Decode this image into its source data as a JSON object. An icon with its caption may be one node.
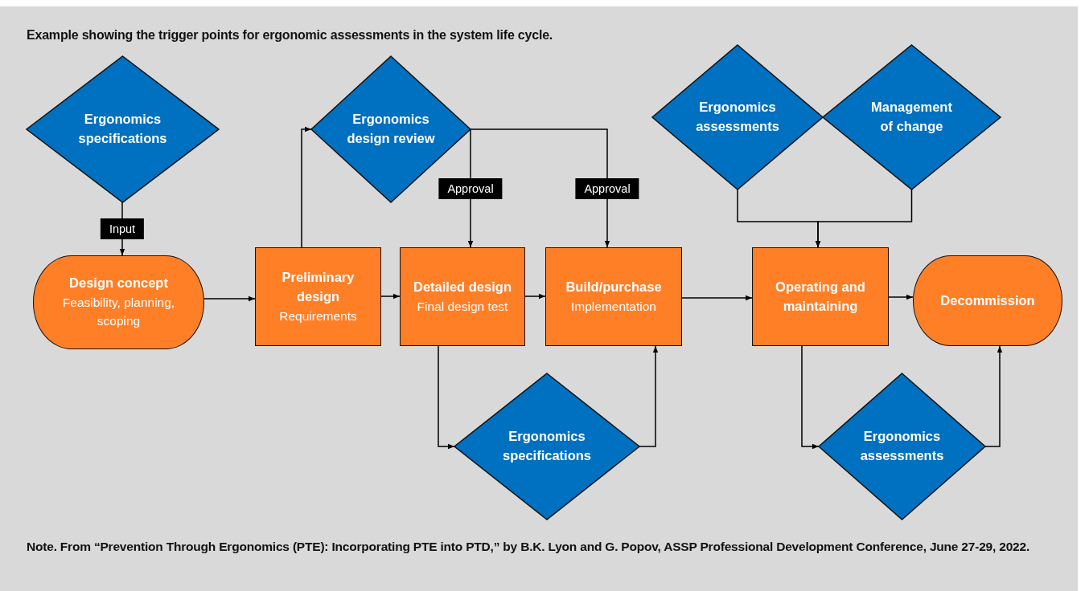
{
  "diagram": {
    "title": "Example showing the trigger points for ergonomic assessments in the system life cycle.",
    "caption": "Note. From “Prevention Through Ergonomics (PTE): Incorporating PTE into PTD,” by B.K. Lyon and G. Popov, ASSP Professional Development Conference, June 27-29, 2022.",
    "nodes": [
      {
        "text": [
          "Ergonomics specifications"
        ]
      },
      {
        "text": [
          "Design concept",
          "Feasibility, planning, scoping"
        ]
      },
      {
        "text": [
          "Preliminary design",
          "Requirements"
        ]
      },
      {
        "text": [
          "Ergonomics design review"
        ]
      },
      {
        "text": [
          "Detailed design",
          "Final design test"
        ]
      },
      {
        "text": [
          "Build/purchase",
          "Implementation"
        ]
      },
      {
        "text": [
          "Ergonomics assessments"
        ]
      },
      {
        "text": [
          "Management of change"
        ]
      },
      {
        "text": [
          "Operating and maintaining"
        ]
      },
      {
        "text": [
          "Decommission"
        ]
      },
      {
        "text": [
          "Ergonomics specifications"
        ]
      },
      {
        "text": [
          "Ergonomics assessments"
        ]
      }
    ],
    "edges": [
      {
        "from": 0,
        "to": 1,
        "arrow": "to",
        "label": "Input"
      },
      {
        "from": 1,
        "to": 2,
        "arrow": "to"
      },
      {
        "from": 2,
        "to": 4,
        "arrow": "to"
      },
      {
        "from": 4,
        "to": 5,
        "arrow": "to"
      },
      {
        "from": 5,
        "to": 8,
        "arrow": "to"
      },
      {
        "from": 8,
        "to": 9,
        "arrow": "to"
      },
      {
        "from": 2,
        "to": 3,
        "arrow": "to"
      },
      {
        "from": 3,
        "to": 4,
        "arrow": "to",
        "label": "Approval"
      },
      {
        "from": 3,
        "to": 5,
        "arrow": "to",
        "label": "Approval"
      },
      {
        "from": 6,
        "to": 8,
        "arrow": "to"
      },
      {
        "from": 7,
        "to": 8,
        "arrow": "to"
      },
      {
        "from": 4,
        "to": 10,
        "arrow": "to"
      },
      {
        "from": 10,
        "to": 5,
        "arrow": "to"
      },
      {
        "from": 8,
        "to": 11,
        "arrow": "to"
      },
      {
        "from": 11,
        "to": 9,
        "arrow": "to"
      }
    ]
  }
}
